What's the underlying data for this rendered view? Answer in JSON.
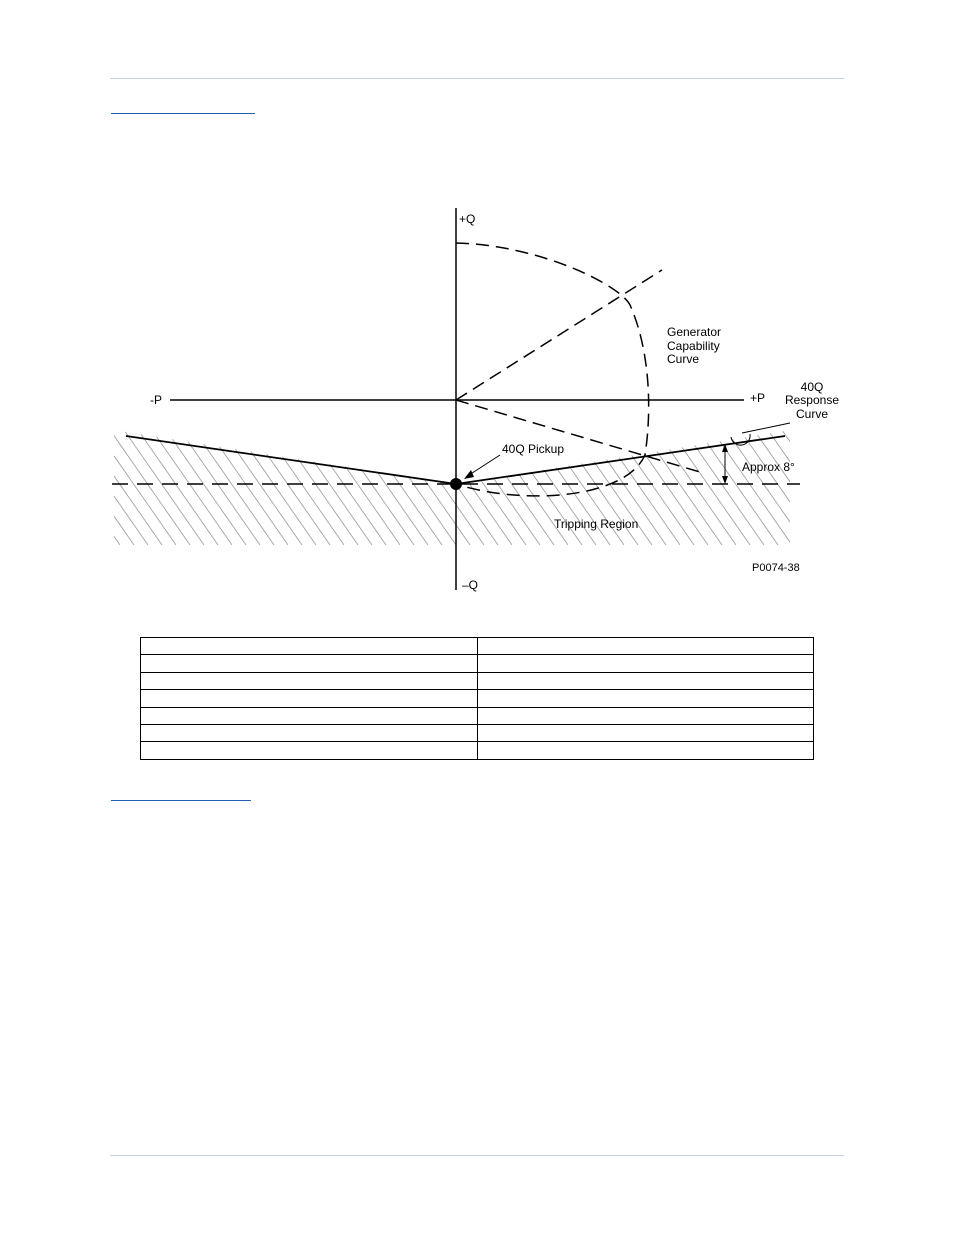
{
  "figure": {
    "labels": {
      "plus_q": "+Q",
      "minus_q": "–Q",
      "minus_p": "-P",
      "plus_p": "+P",
      "capability_line1": "Generator",
      "capability_line2": "Capability",
      "capability_line3": "Curve",
      "response_line1": "40Q",
      "response_line2": "Response",
      "response_line3": "Curve",
      "pickup": "40Q Pickup",
      "angle": "Approx 8°",
      "region": "Tripping Region",
      "figure_id": "P0074-38"
    },
    "response_curve_angle_deg": 8
  },
  "table": {
    "rows": [
      [
        "",
        ""
      ],
      [
        "",
        ""
      ],
      [
        "",
        ""
      ],
      [
        "",
        ""
      ],
      [
        "",
        ""
      ],
      [
        "",
        ""
      ],
      [
        "",
        ""
      ]
    ]
  },
  "colors": {
    "header_rule": "#c5d3e8",
    "link": "#1f5fb5"
  }
}
